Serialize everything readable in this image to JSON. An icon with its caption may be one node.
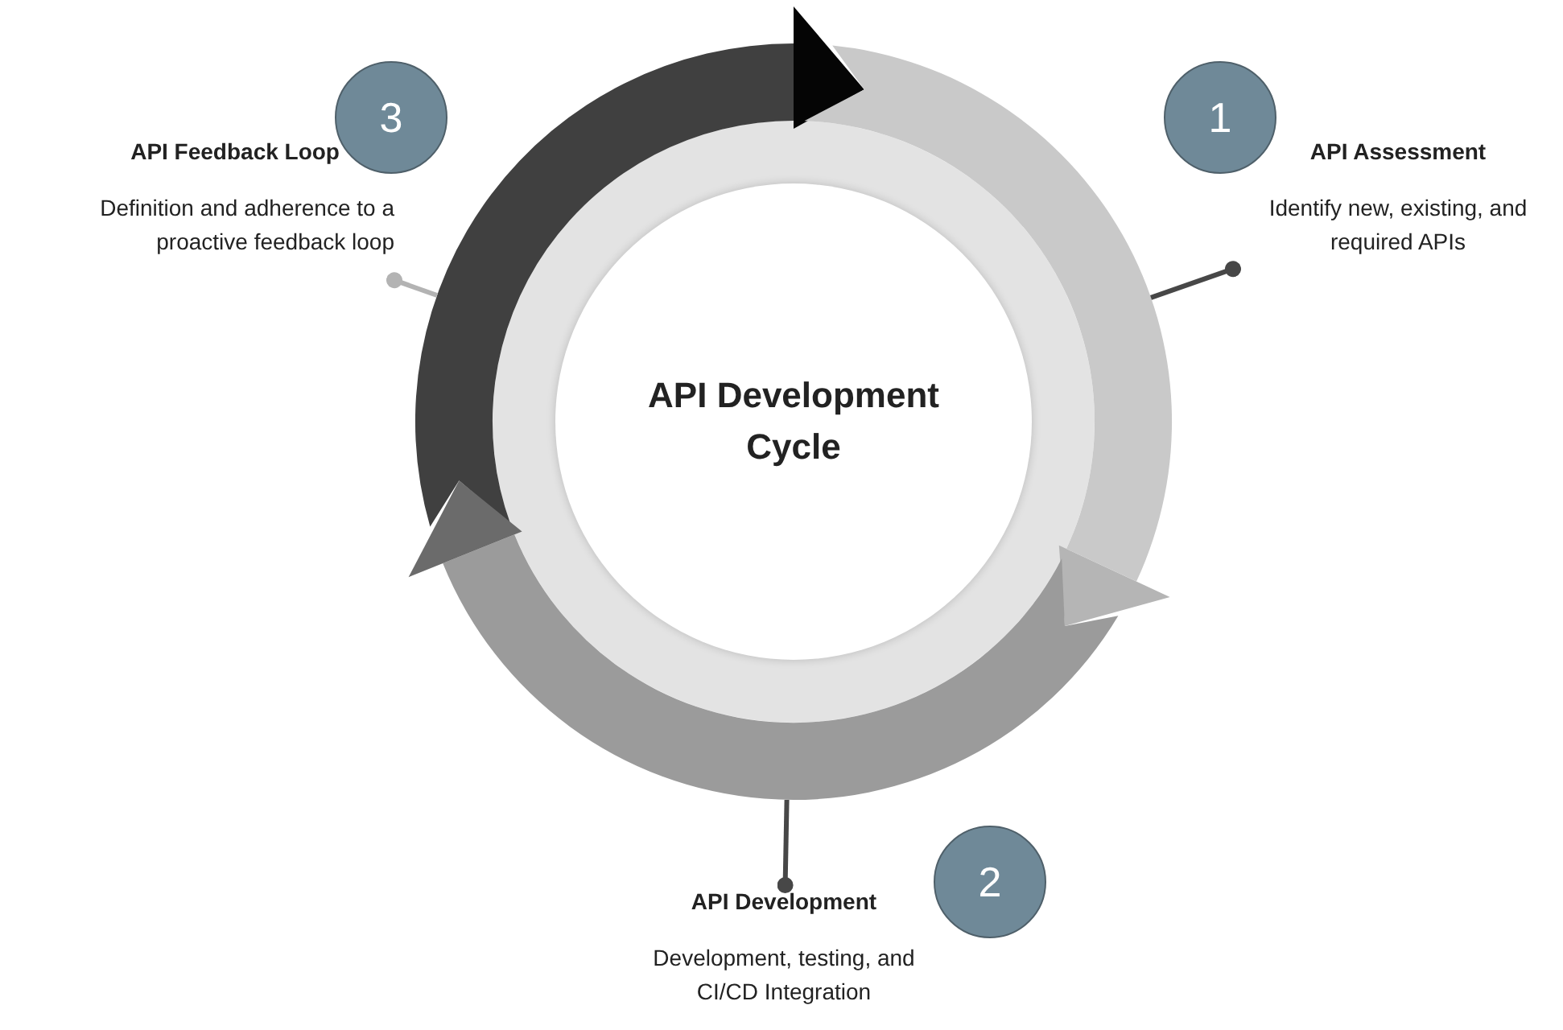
{
  "diagram": {
    "nodes": [
      {
        "text": [
          "3"
        ]
      },
      {
        "text": [
          "API Feedback Loop",
          "Definition and adherence to a proactive feedback loop"
        ]
      },
      {
        "text": [],
        "shape": "arc"
      },
      {
        "text": [],
        "shape": "arc"
      },
      {
        "text": [
          "API Development Cycle"
        ]
      },
      {
        "text": [
          "1"
        ]
      },
      {
        "text": [
          "API Assessment",
          "Identify new, existing, and required APIs"
        ]
      },
      {
        "text": [],
        "shape": "arc"
      },
      {
        "text": [
          "API Development",
          "Development, testing, and CI/CD Integration"
        ]
      },
      {
        "text": [
          "2"
        ]
      }
    ],
    "edges": [
      {
        "from": 1,
        "to": 2,
        "arrow": "other",
        "color": "#b3b3b3"
      },
      {
        "from": 6,
        "to": 3,
        "arrow": "other"
      },
      {
        "from": 8,
        "to": 7,
        "arrow": "other"
      }
    ]
  }
}
